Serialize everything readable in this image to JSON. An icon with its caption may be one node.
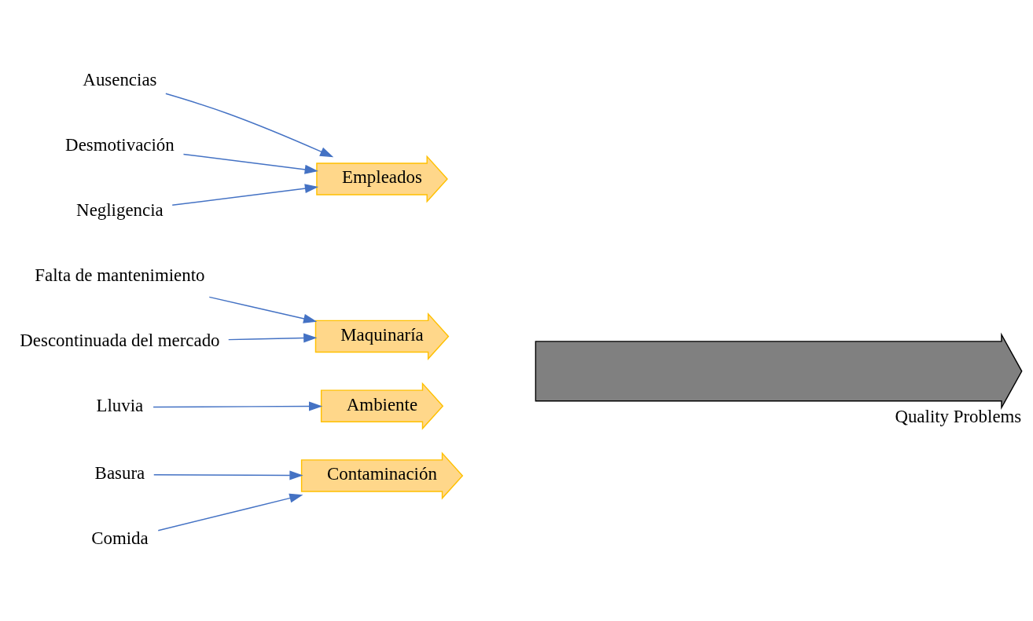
{
  "diagram": {
    "nodes": [
      {
        "text": [],
        "shape": "arrow",
        "beside": [
          "Quality Problems"
        ]
      },
      {
        "text": [
          "Empleados"
        ]
      },
      {
        "text": [
          "Ausencias"
        ]
      },
      {
        "text": [
          "Desmotivación"
        ]
      },
      {
        "text": [
          "Negligencia"
        ]
      },
      {
        "text": [
          "Maquinaría"
        ]
      },
      {
        "text": [
          "Falta de mantenimiento"
        ]
      },
      {
        "text": [
          "Descontinuada del mercado"
        ]
      },
      {
        "text": [
          "Ambiente"
        ]
      },
      {
        "text": [
          "Lluvia"
        ]
      },
      {
        "text": [
          "Contaminación"
        ]
      },
      {
        "text": [
          "Basura"
        ]
      },
      {
        "text": [
          "Comida"
        ]
      }
    ],
    "edges": [
      {
        "from": 2,
        "to": 1,
        "arrow": "to"
      },
      {
        "from": 3,
        "to": 1,
        "arrow": "to"
      },
      {
        "from": 4,
        "to": 1,
        "arrow": "to"
      },
      {
        "from": 6,
        "to": 5,
        "arrow": "to"
      },
      {
        "from": 7,
        "to": 5,
        "arrow": "to"
      },
      {
        "from": 9,
        "to": 8,
        "arrow": "to"
      },
      {
        "from": 11,
        "to": 10,
        "arrow": "to"
      },
      {
        "from": 12,
        "to": 10,
        "arrow": "to"
      }
    ]
  }
}
